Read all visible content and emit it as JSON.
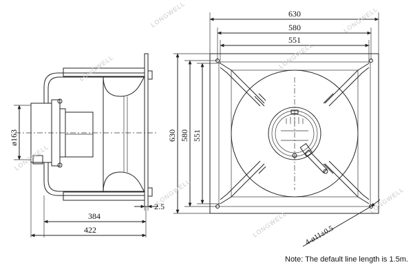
{
  "dimensions": {
    "top_width_outer": "630",
    "top_width_mid": "580",
    "top_width_inner": "551",
    "left_height_outer": "630",
    "left_height_mid": "580",
    "left_height_inner": "551",
    "shaft_diameter": "ø163",
    "side_depth_1": "384",
    "side_depth_2": "422",
    "plate_thickness": "2.5",
    "hole_spec": "4-ø11±0.5"
  },
  "watermark": "LONGWELL",
  "note": "Note: The default line length is 1.5m."
}
